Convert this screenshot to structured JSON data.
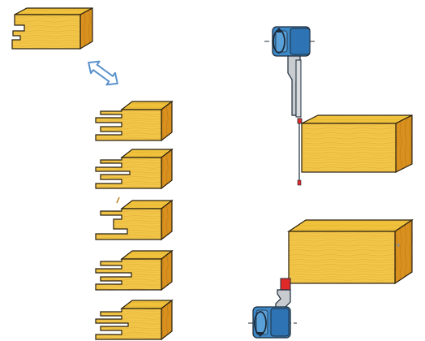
{
  "diagram": {
    "colors": {
      "background": "#ffffff",
      "wood_front": "#f2c64a",
      "wood_top": "#f0c23c",
      "wood_side": "#d8901e",
      "wood_outline": "#2a2110",
      "arrow_fill": "#ffffff",
      "arrow_outline": "#5a92cc",
      "tool_blue": "#3d88c6",
      "tool_blue_dark": "#2e74b5",
      "tool_gray": "#c8cbcf",
      "tool_outline": "#1d2b3a",
      "cutter_tip": "#e02a2a",
      "axis_line": "#1d2b3a"
    },
    "icons": {
      "rotation": "rotation-arrow-icon",
      "double_arrow": "double-arrow-icon"
    },
    "original_block": {
      "profile": "tongue"
    },
    "variant_blocks": [
      {
        "profile": "double-tongue"
      },
      {
        "profile": "double-tongue-wide-groove"
      },
      {
        "profile": "single-tongue"
      },
      {
        "profile": "stepped-triple-tongue"
      },
      {
        "profile": "triple-tongue"
      }
    ],
    "machining_setups": [
      {
        "orientation": "cutter-above",
        "tool_color": "blue",
        "tip_color": "red"
      },
      {
        "orientation": "cutter-below",
        "tool_color": "blue",
        "tip_color": "red"
      }
    ]
  }
}
